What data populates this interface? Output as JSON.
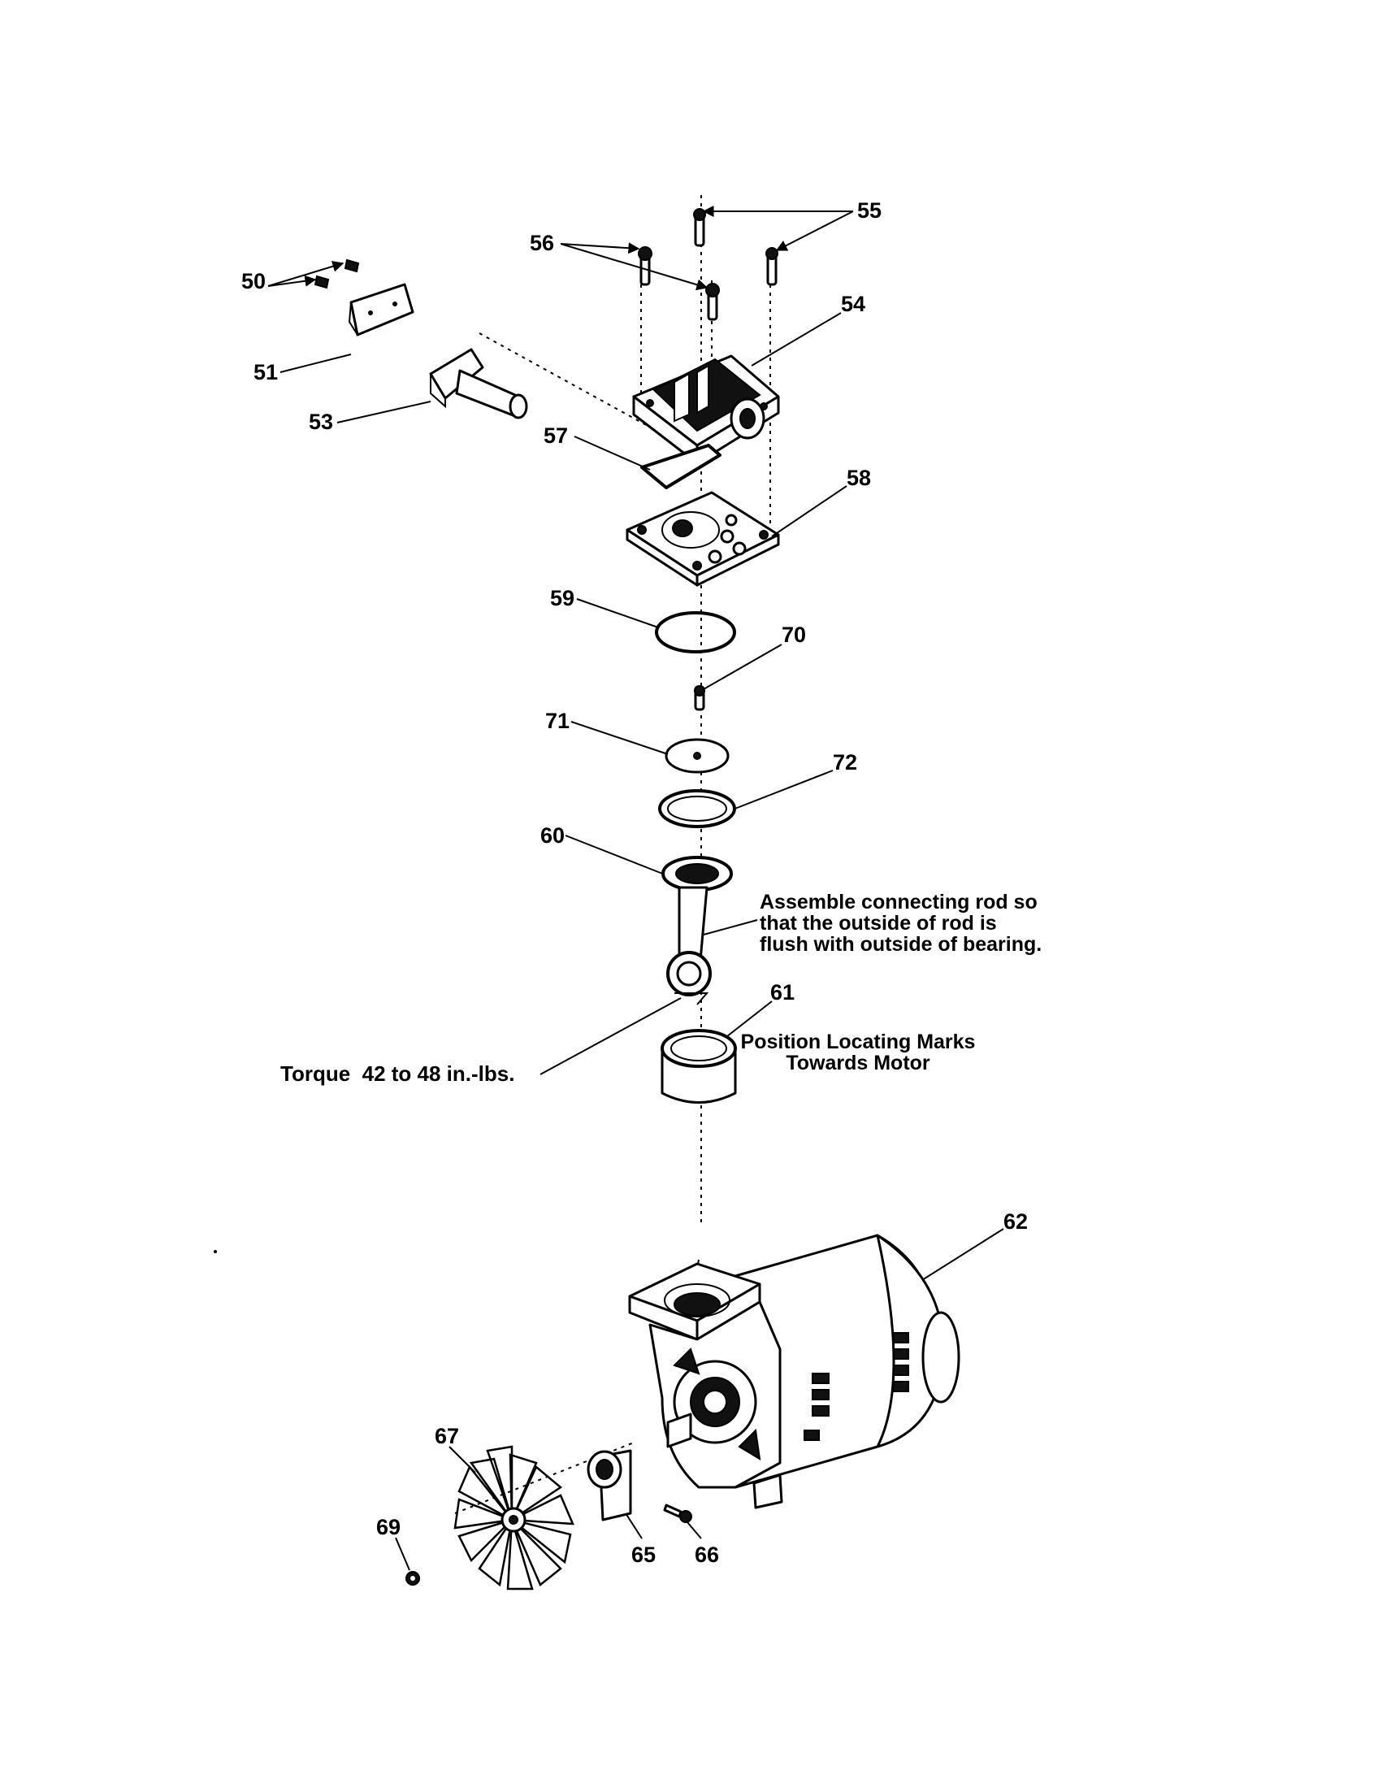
{
  "callouts": [
    "50",
    "51",
    "53",
    "54",
    "55",
    "56",
    "57",
    "58",
    "59",
    "60",
    "61",
    "62",
    "65",
    "66",
    "67",
    "69",
    "70",
    "71",
    "72"
  ],
  "notes": {
    "rod_line1": "Assemble connecting rod so",
    "rod_line2": "that the outside of rod is",
    "rod_line3": "flush with outside of bearing.",
    "marks_line1": "Position Locating Marks",
    "marks_line2": "Towards Motor",
    "torque": "Torque  42 to 48 in.-lbs."
  }
}
